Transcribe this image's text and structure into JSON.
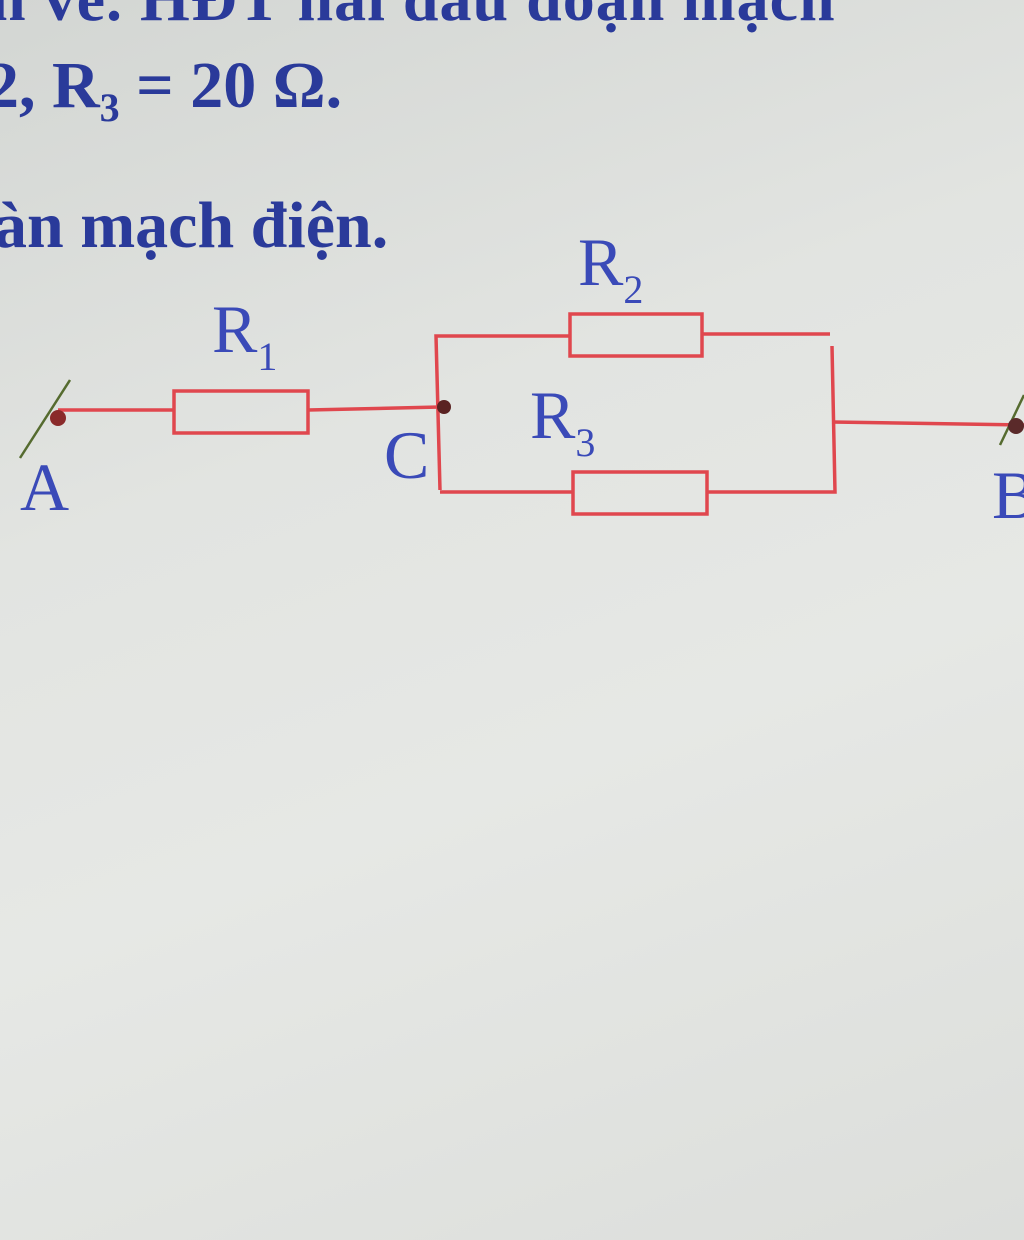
{
  "text": {
    "line0": "n vẽ. HĐT hai đầu đoạn mạch",
    "line1_prefix": "2, R",
    "line1_sub": "3",
    "line1_suffix": " = 20  Ω.",
    "line2": "àn mạch điện."
  },
  "diagram": {
    "r1": {
      "letter": "R",
      "index": "1"
    },
    "r2": {
      "letter": "R",
      "index": "2"
    },
    "r3": {
      "letter": "R",
      "index": "3"
    },
    "node_a": "A",
    "node_b": "B",
    "node_c": "C"
  },
  "colors": {
    "wire": "#e0474e",
    "text": "#2a3a9a",
    "label": "#3a4ab8"
  }
}
